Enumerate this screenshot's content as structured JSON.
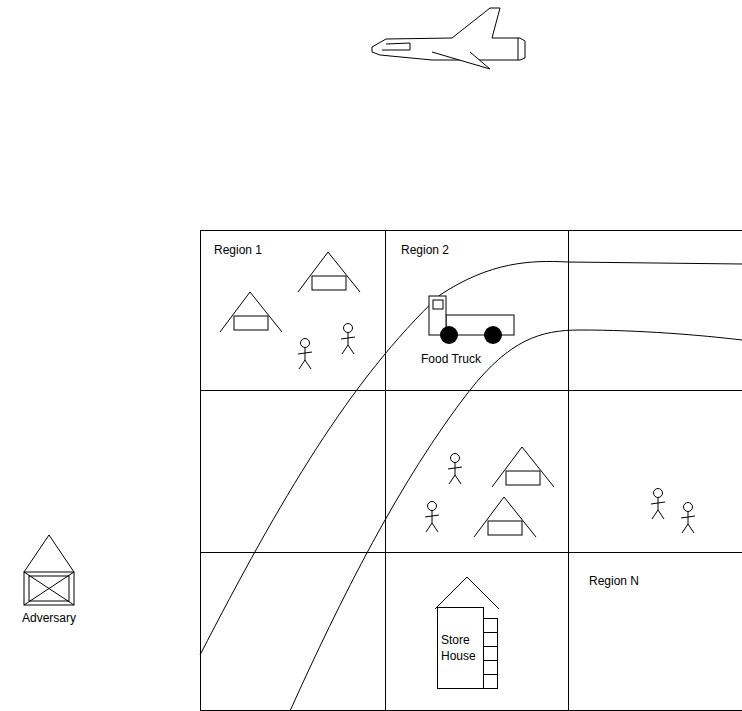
{
  "diagram": {
    "nodes": [
      {
        "text": [
          "Region 1"
        ]
      },
      {
        "text": [
          "Region 2"
        ]
      },
      {
        "text": [
          "Food Truck"
        ],
        "in": 1
      },
      {
        "text": [
          "Region N"
        ]
      },
      {
        "text": [
          "Store House"
        ]
      },
      {
        "text": [
          "Adversary"
        ]
      }
    ]
  }
}
